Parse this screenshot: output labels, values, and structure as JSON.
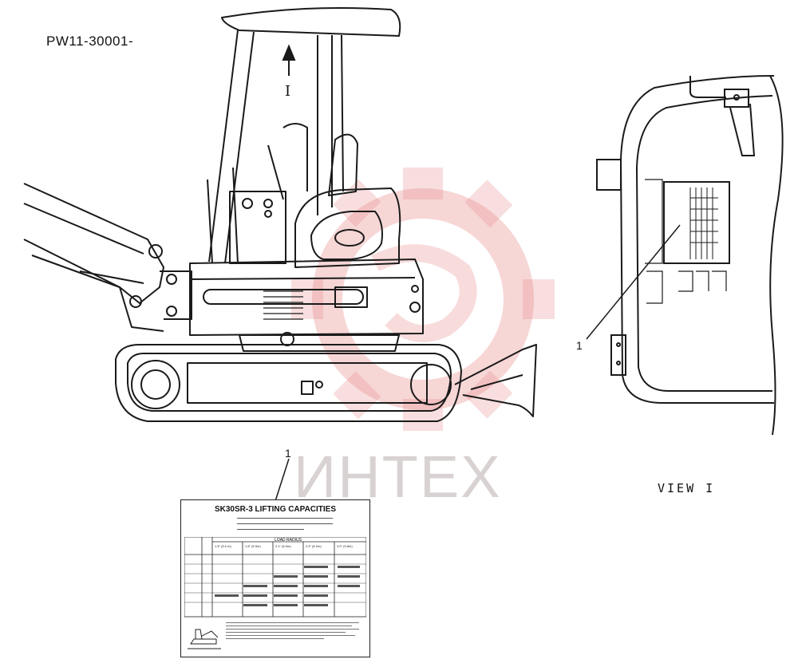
{
  "part_code": "PW11-30001-",
  "view_caption": "VIEW I",
  "callout_main": "1",
  "callout_view": "1",
  "view_arrow_label": "I",
  "watermark": "ИНТЕХ",
  "plate": {
    "title": "SK30SR-3 LIFTING CAPACITIES",
    "load_radius_header": "LOAD RADIUS",
    "radius_columns": [
      "1.5\" (5.0 m)",
      "1.8\" (5.9m)",
      "2.1\" (6.9m)",
      "2.5\" (8.2m)",
      "3.0\" (9.8m)"
    ]
  },
  "colors": {
    "line": "#1a1a1a",
    "watermark": "#e88a8a"
  }
}
